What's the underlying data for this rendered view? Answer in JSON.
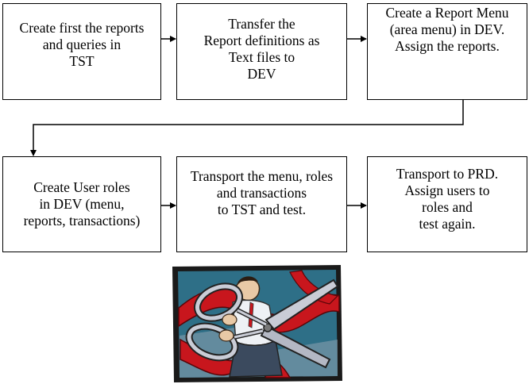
{
  "diagram": {
    "steps": [
      {
        "label": "Create first the reports\nand queries in\nTST"
      },
      {
        "label": "Transfer the\nReport definitions as\nText files to\nDEV"
      },
      {
        "label": "Create a Report Menu\n(area menu) in DEV.\nAssign the reports."
      },
      {
        "label": "Create User roles\nin DEV (menu,\nreports, transactions)"
      },
      {
        "label": "Transport the menu, roles\nand transactions\nto TST and test."
      },
      {
        "label": "Transport to PRD.\nAssign users to\nroles and\ntest again."
      }
    ]
  },
  "clipart": {
    "icon": "ribbon-cutting-scissors-icon"
  },
  "colors": {
    "ribbon": "#c8161d",
    "scissor_blade": "#c9ccd6",
    "frame": "#1a1a1a"
  }
}
